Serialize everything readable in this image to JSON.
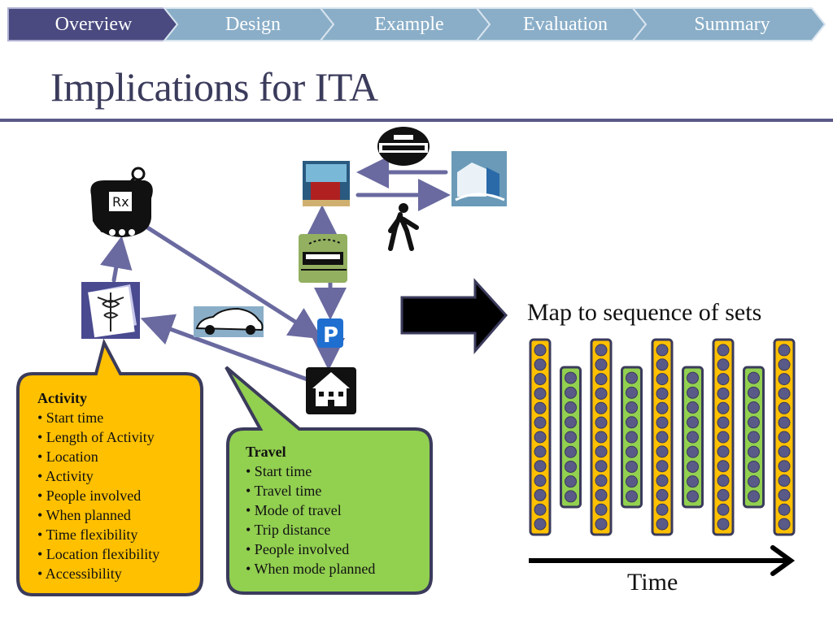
{
  "nav": {
    "tabs": [
      {
        "label": "Overview",
        "active": true
      },
      {
        "label": "Design",
        "active": false
      },
      {
        "label": "Example",
        "active": false
      },
      {
        "label": "Evaluation",
        "active": false
      },
      {
        "label": "Summary",
        "active": false
      }
    ]
  },
  "slide": {
    "title": "Implications for ITA"
  },
  "activity_callout": {
    "heading": "Activity",
    "items": [
      "• Start time",
      "• Length of Activity",
      "• Location",
      "• Activity",
      "• People involved",
      "• When planned",
      "• Time flexibility",
      "• Location flexibility",
      "• Accessibility"
    ]
  },
  "travel_callout": {
    "heading": "Travel",
    "items": [
      "• Start time",
      "• Travel time",
      "• Mode of travel",
      "• Trip distance",
      "• People involved",
      "• When mode planned"
    ]
  },
  "sequence": {
    "label": "Map to sequence of sets",
    "time_label": "Time",
    "columns": [
      "long",
      "short",
      "long",
      "short",
      "long",
      "short",
      "long",
      "short",
      "long"
    ]
  },
  "colors": {
    "nav_active": "#4a4a80",
    "nav_inactive": "#8aaec8",
    "activity_fill": "#ffc000",
    "travel_fill": "#92d050",
    "outline": "#3b3b5c",
    "arrow_line": "#6a6aa0"
  },
  "icons": [
    "pharmacy-rx-icon",
    "medical-caduceus-icon",
    "car-icon",
    "parking-icon",
    "home-icon",
    "train-station-icon",
    "tram-icon",
    "taxi-icon",
    "office-building-icon",
    "pedestrian-icon"
  ]
}
